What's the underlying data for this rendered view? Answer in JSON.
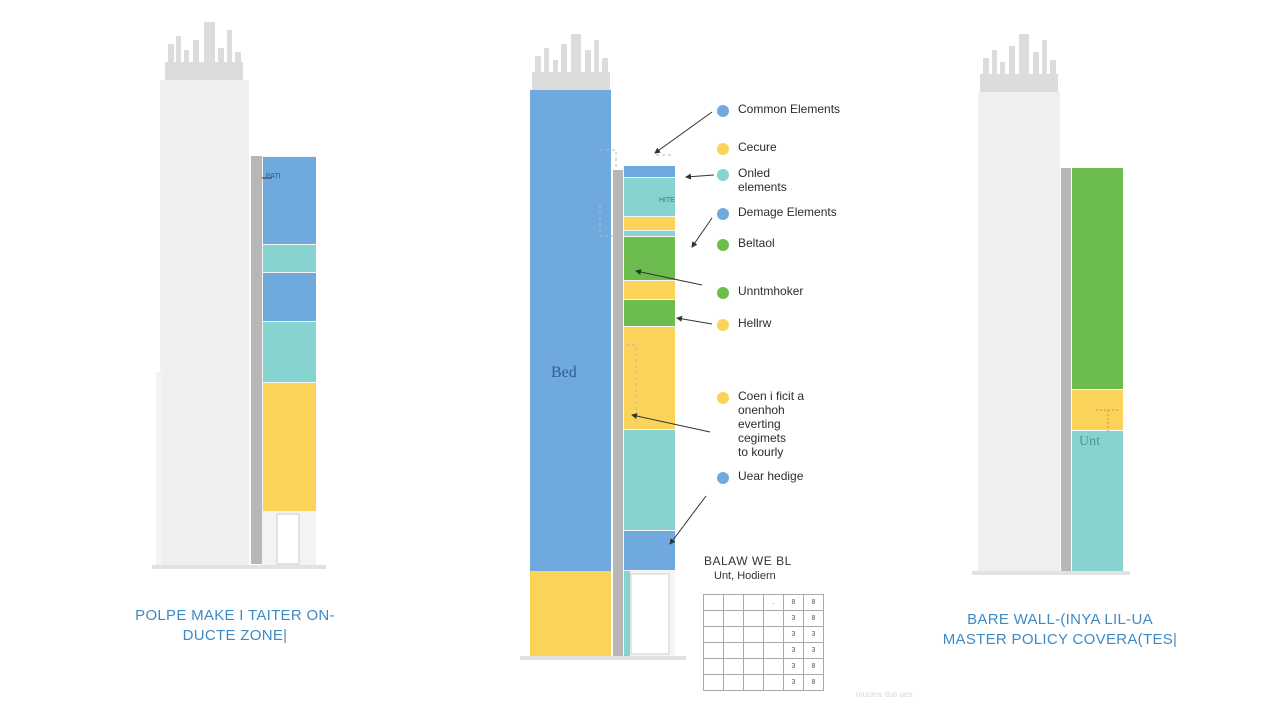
{
  "colors": {
    "blue": "#6fa9dd",
    "teal": "#86d3cf",
    "green": "#6cbd4e",
    "yellow": "#fbd35a",
    "gray_wall": "#b7b7b7",
    "building": "#efefef",
    "caption_blue": "#3d8bc4"
  },
  "left_diagram": {
    "top_label": "PATI",
    "caption": "POLPE MAKE I TAITER ON-\nDUCTE ZONE|"
  },
  "middle_diagram": {
    "big_label": "Bed",
    "small_label": "HITE"
  },
  "right_diagram": {
    "unit_label": "Unt",
    "caption": "BARE WALL-(INYA LIL-UA\nMASTER POLICY COVERA(TES|"
  },
  "legend": [
    {
      "label": "Common Elements",
      "color": "#6fa9dd"
    },
    {
      "label": "Cecure",
      "color": "#fbd35a"
    },
    {
      "label": "Onled\nelements",
      "color": "#86d3cf"
    },
    {
      "label": "Demage Elements",
      "color": "#6fa9dd"
    },
    {
      "label": "Beltaol",
      "color": "#6cbd4e"
    },
    {
      "label": "Unntmhoker",
      "color": "#6cbd4e"
    },
    {
      "label": "Hellrw",
      "color": "#fbd35a"
    },
    {
      "label": "Coen i ficit a\nonenhoh\neverting\ncegimets\nto kourly",
      "color": "#fbd35a"
    },
    {
      "label": "Uear hedige",
      "color": "#6fa9dd"
    }
  ],
  "table": {
    "title": "BALAW WE BL",
    "subtitle": "Unt, Hodiern",
    "rows": [
      [
        "",
        "",
        "",
        ".",
        "8",
        "8"
      ],
      [
        "",
        "",
        "",
        "",
        "3",
        "8"
      ],
      [
        "",
        "",
        "",
        "",
        "3",
        "3"
      ],
      [
        "",
        "",
        "",
        "",
        "3",
        "3"
      ],
      [
        "",
        "",
        "",
        "",
        "3",
        "8"
      ],
      [
        "",
        "",
        "",
        "",
        "3",
        "8"
      ]
    ]
  },
  "footer_note": "muoms dus ues"
}
